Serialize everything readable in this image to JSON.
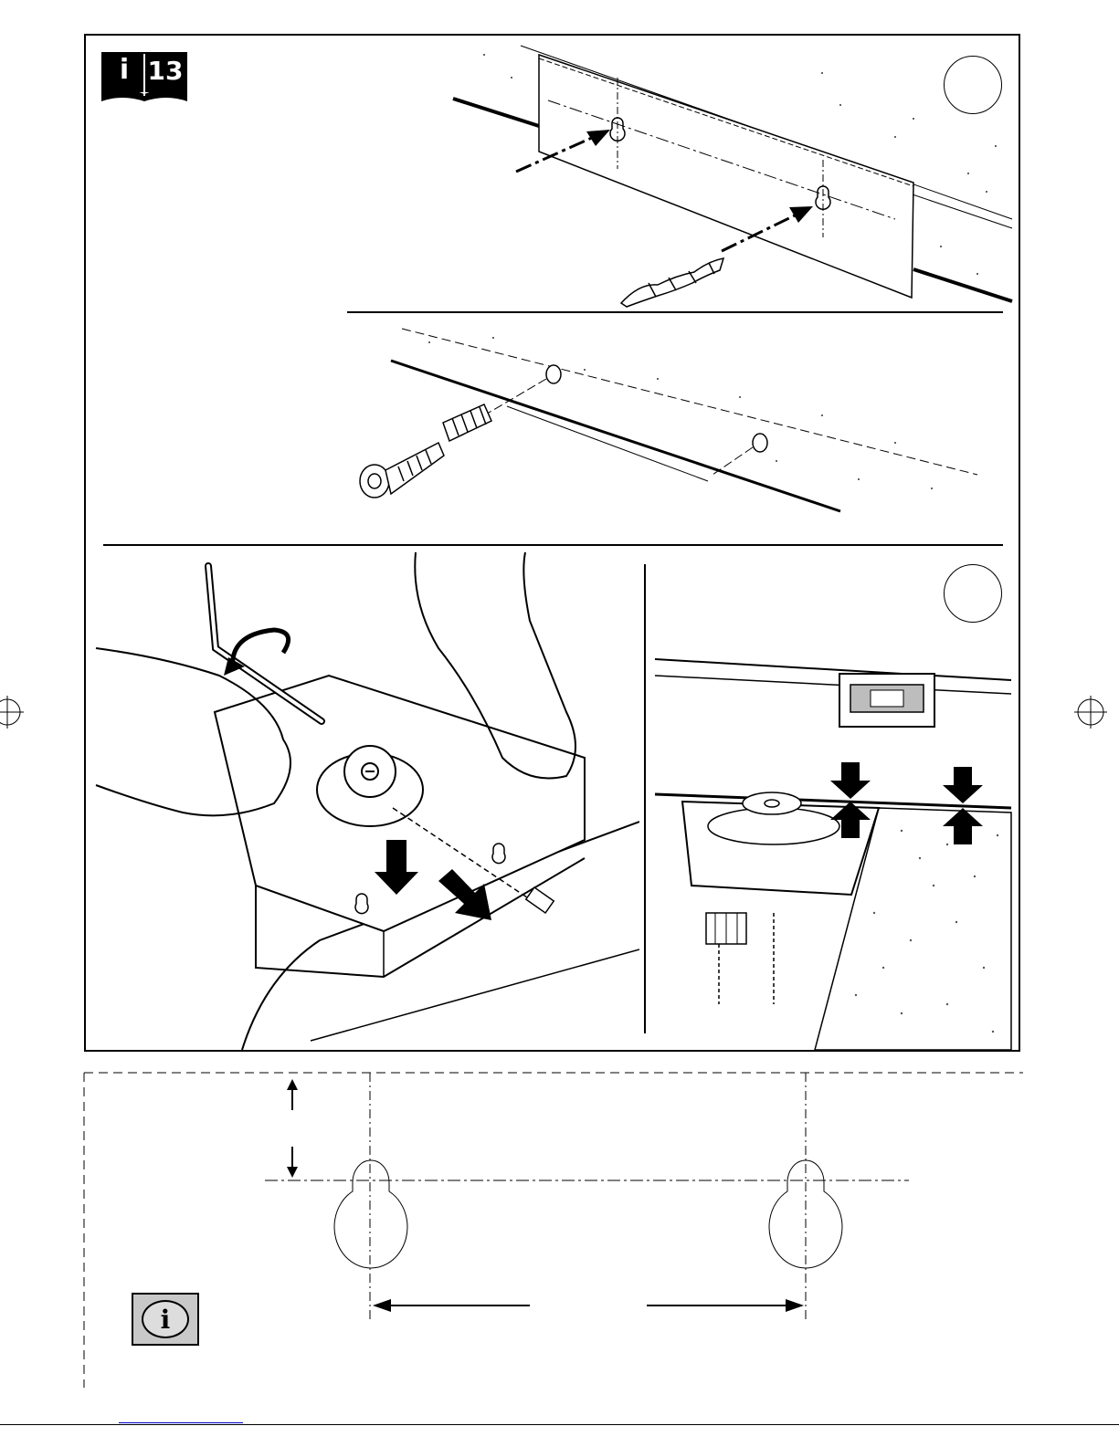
{
  "manual_ref": {
    "info_letter": "i",
    "page_number": "13"
  },
  "steps": {
    "top_label": "",
    "bottom_label": ""
  },
  "info_icon": {
    "glyph": "i"
  },
  "colors": {
    "line": "#000000",
    "info_fill": "#c8c8c8",
    "hatch": "#8a8a8a"
  }
}
